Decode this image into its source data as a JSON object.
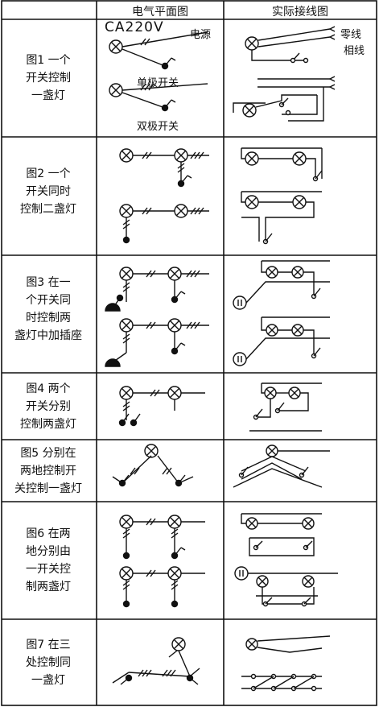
{
  "headers": {
    "plan": "电气平面图",
    "wiring": "实际接线图"
  },
  "rows": [
    {
      "label": "图1 一个\n开关控制\n一盏灯"
    },
    {
      "label": "图2 一个\n开关同时\n控制二盏灯"
    },
    {
      "label": "图3 在一\n个开关同\n时控制两\n盏灯中加插座"
    },
    {
      "label": "图4 两个\n开关分别\n控制两盏灯"
    },
    {
      "label": "图5 分别在\n两地控制开\n关控制一盏灯"
    },
    {
      "label": "图6 在两\n地分别由\n一开关控\n制两盏灯"
    },
    {
      "label": "图7 在三\n处控制同\n一盏灯"
    }
  ],
  "annotations": {
    "voltage": "CA220V",
    "source": "电源",
    "neutral": "零线",
    "phase": "相线",
    "single_pole": "单极开关",
    "double_pole": "双极开关"
  }
}
